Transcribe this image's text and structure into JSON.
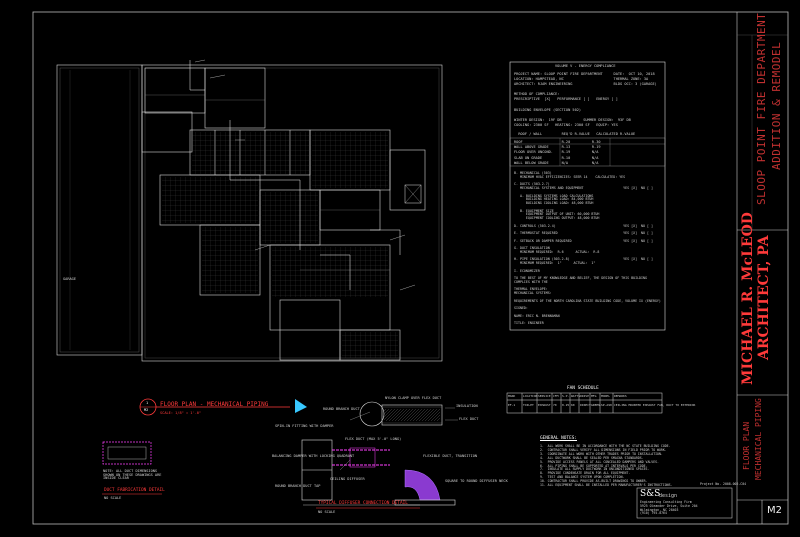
{
  "sheet": {
    "project_title": "SLOOP POINT FIRE DEPARTMENT",
    "project_subtitle": "ADDITION & REMODEL",
    "architect_name": "MICHAEL R. McLEOD",
    "architect_firm": "ARCHITECT, PA",
    "drawing_title_line1": "FLOOR PLAN",
    "drawing_title_line2": "MECHANICAL PIPING",
    "sheet_number": "M2"
  },
  "plan": {
    "title": "FLOOR PLAN - MECHANICAL PIPING",
    "scale": "SCALE: 1/8\" = 1'-0\"",
    "detail_marker": "1",
    "detail_sheet": "M2",
    "room_label_garage": "GARAGE"
  },
  "compliance": {
    "title": "VOLUME V - ENERGY COMPLIANCE",
    "lines": [
      "PROJECT NAME: SLOOP POINT FIRE DEPARTMENT     DATE:  OCT 10, 2018",
      "LOCATION: HAMPSTEAD, NC                       THERMAL ZONE: 3A",
      "ARCHITECT: RJAM ENGINEERING                   BLDG OCC: 3 (GARAGE)",
      "",
      "METHOD OF COMPLIANCE:",
      "PRESCRIPTIVE  [X]   PERFORMANCE [ ]   ENERGY [ ]",
      "",
      "BUILDING ENVELOPE (SECTION 502)",
      "",
      "WINTER DESIGN:  19F DB          SUMMER DESIGN:  93F DB",
      "COOLING: 2300 SF   HEATING: 2300 SF   EQUIP: YES"
    ],
    "table_header": "  ROOF / WALL         REQ'D R-VALUE   CALCULATED R-VALUE",
    "table_rows": [
      "ROOF                  R-20          R-30",
      "WALL ABOVE GRADE      R-13          R-19",
      "FLOOR OVER UNCOND.    R-19          N/A",
      "SLAB ON GRADE         R-10          N/A",
      "WALL BELOW GRADE      N/A           N/A"
    ],
    "section_lines": [
      "B. MECHANICAL (503)",
      "   MINIMUM HVAC EFFICIENCIES: SEER 14    CALCULATED: YES",
      "",
      "C. DUCTS (503.2.7)",
      "   MECHANICAL SYSTEMS AND EQUIPMENT                    YES [X]  NO [ ]",
      "",
      "   A. BUILDING SYSTEMS LOAD CALCULATIONS",
      "      BUILDING HEATING LOAD: 84,000 BTUH",
      "      BUILDING COOLING LOAD: 48,000 BTUH",
      "",
      "   B. EQUIPMENT SIZE",
      "      EQUIPMENT OUTPUT OF UNIT: 60,000 BTUH",
      "      EQUIPMENT COOLING OUTPUT: 48,000 BTUH",
      "",
      "D. CONTROLS (503.2.4)                                  YES [X]  NO [ ]",
      "",
      "E. THERMOSTAT REQUIRED                                 YES [X]  NO [ ]",
      "",
      "F. SETBACK OR DAMPER REQUIRED                          YES [X]  NO [ ]",
      "",
      "G. DUCT INSULATION",
      "   MINIMUM REQUIRED:  R-6      ACTUAL:  R-8",
      "",
      "H. PIPE INSULATION (503.2.8)                           YES [X]  NO [ ]",
      "   MINIMUM REQUIRED:  1\"      ACTUAL:  1\"",
      "",
      "I. ECONOMIZER",
      "",
      "TO THE BEST OF MY KNOWLEDGE AND BELIEF, THE DESIGN OF THIS BUILDING",
      "COMPLIES WITH THE",
      "",
      "THERMAL ENVELOPE:",
      "MECHANICAL SYSTEMS:",
      "",
      "REQUIREMENTS OF THE NORTH CAROLINA STATE BUILDING CODE, VOLUME IX (ENERGY)",
      "",
      "SIGNED:",
      "",
      "NAME: ERIC N. BRENNAMAN",
      "",
      "TITLE: ENGINEER"
    ]
  },
  "fan_schedule": {
    "title": "FAN SCHEDULE",
    "headers": [
      "MARK",
      "LOCATION",
      "SERVICE",
      "CFM",
      "S.P.",
      "WATTS",
      "DRIVE",
      "MFG",
      "MODEL",
      "REMARKS"
    ],
    "row": [
      "EF-1",
      "TOILET",
      "EXHAUST",
      "70",
      "0.25",
      "60",
      "DIRECT",
      "GREEN.",
      "SP-A90",
      "CEILING MOUNTED EXHAUST FAN, DUCT TO EXTERIOR"
    ]
  },
  "general_notes": {
    "title": "GENERAL NOTES:",
    "items": [
      "1.  ALL WORK SHALL BE IN ACCORDANCE WITH THE NC STATE BUILDING CODE.",
      "2.  CONTRACTOR SHALL VERIFY ALL DIMENSIONS IN FIELD PRIOR TO WORK.",
      "3.  COORDINATE ALL WORK WITH OTHER TRADES PRIOR TO INSTALLATION.",
      "4.  ALL DUCTWORK SHALL BE SEALED PER SMACNA STANDARDS.",
      "5.  PROVIDE ACCESS PANELS AT ALL CONCEALED DAMPERS AND VALVES.",
      "6.  ALL PIPING SHALL BE SUPPORTED AT INTERVALS PER CODE.",
      "7.  INSULATE ALL SUPPLY DUCTWORK IN UNCONDITIONED SPACES.",
      "8.  PROVIDE CONDENSATE DRAIN FOR ALL EQUIPMENT.",
      "9.  TEST AND BALANCE SYSTEM UPON COMPLETION.",
      "10. CONTRACTOR SHALL PROVIDE AS-BUILT DRAWINGS TO OWNER.",
      "11. ALL EQUIPMENT SHALL BE INSTALLED PER MANUFACTURER'S INSTRUCTIONS."
    ]
  },
  "engineer": {
    "logo_text": "S&S",
    "logo_sub": "design",
    "lines": [
      "Engineering Consulting Firm",
      "5925 Oleander Drive, Suite 204",
      "Wilmington, NC 28403",
      "(910) 795-0764"
    ],
    "project_no": "Project No. 2008-002-C04"
  },
  "details": {
    "duct_fabrication_title": "DUCT FABRICATION DETAIL",
    "duct_fabrication_note": "NO SCALE",
    "duct_fabrication_text": "NOTE: ALL DUCT DIMENSIONS SHOWN ON THESE DRAWINGS ARE INSIDE CLEAR",
    "diffuser_title": "TYPICAL DIFFUSER CONNECTION DETAIL",
    "diffuser_note": "NO SCALE",
    "nylon_clamp": "NYLON CLAMP OVER FLEX DUCT",
    "insulation": "INSULATION",
    "flex_duct": "FLEX DUCT",
    "rigid_branch": "ROUND BRANCH DUCT",
    "callouts": [
      "SPIN-IN FITTING WITH DAMPER",
      "BALANCING DAMPER WITH LOCKING QUADRANT",
      "FLEX DUCT (MAX 5'-0\" LONG)",
      "CEILING DIFFUSER",
      "FLEXIBLE DUCT, TRANSITION",
      "ROUND BRANCH DUCT TAP",
      "SQUARE TO ROUND DIFFUSER NECK"
    ]
  }
}
